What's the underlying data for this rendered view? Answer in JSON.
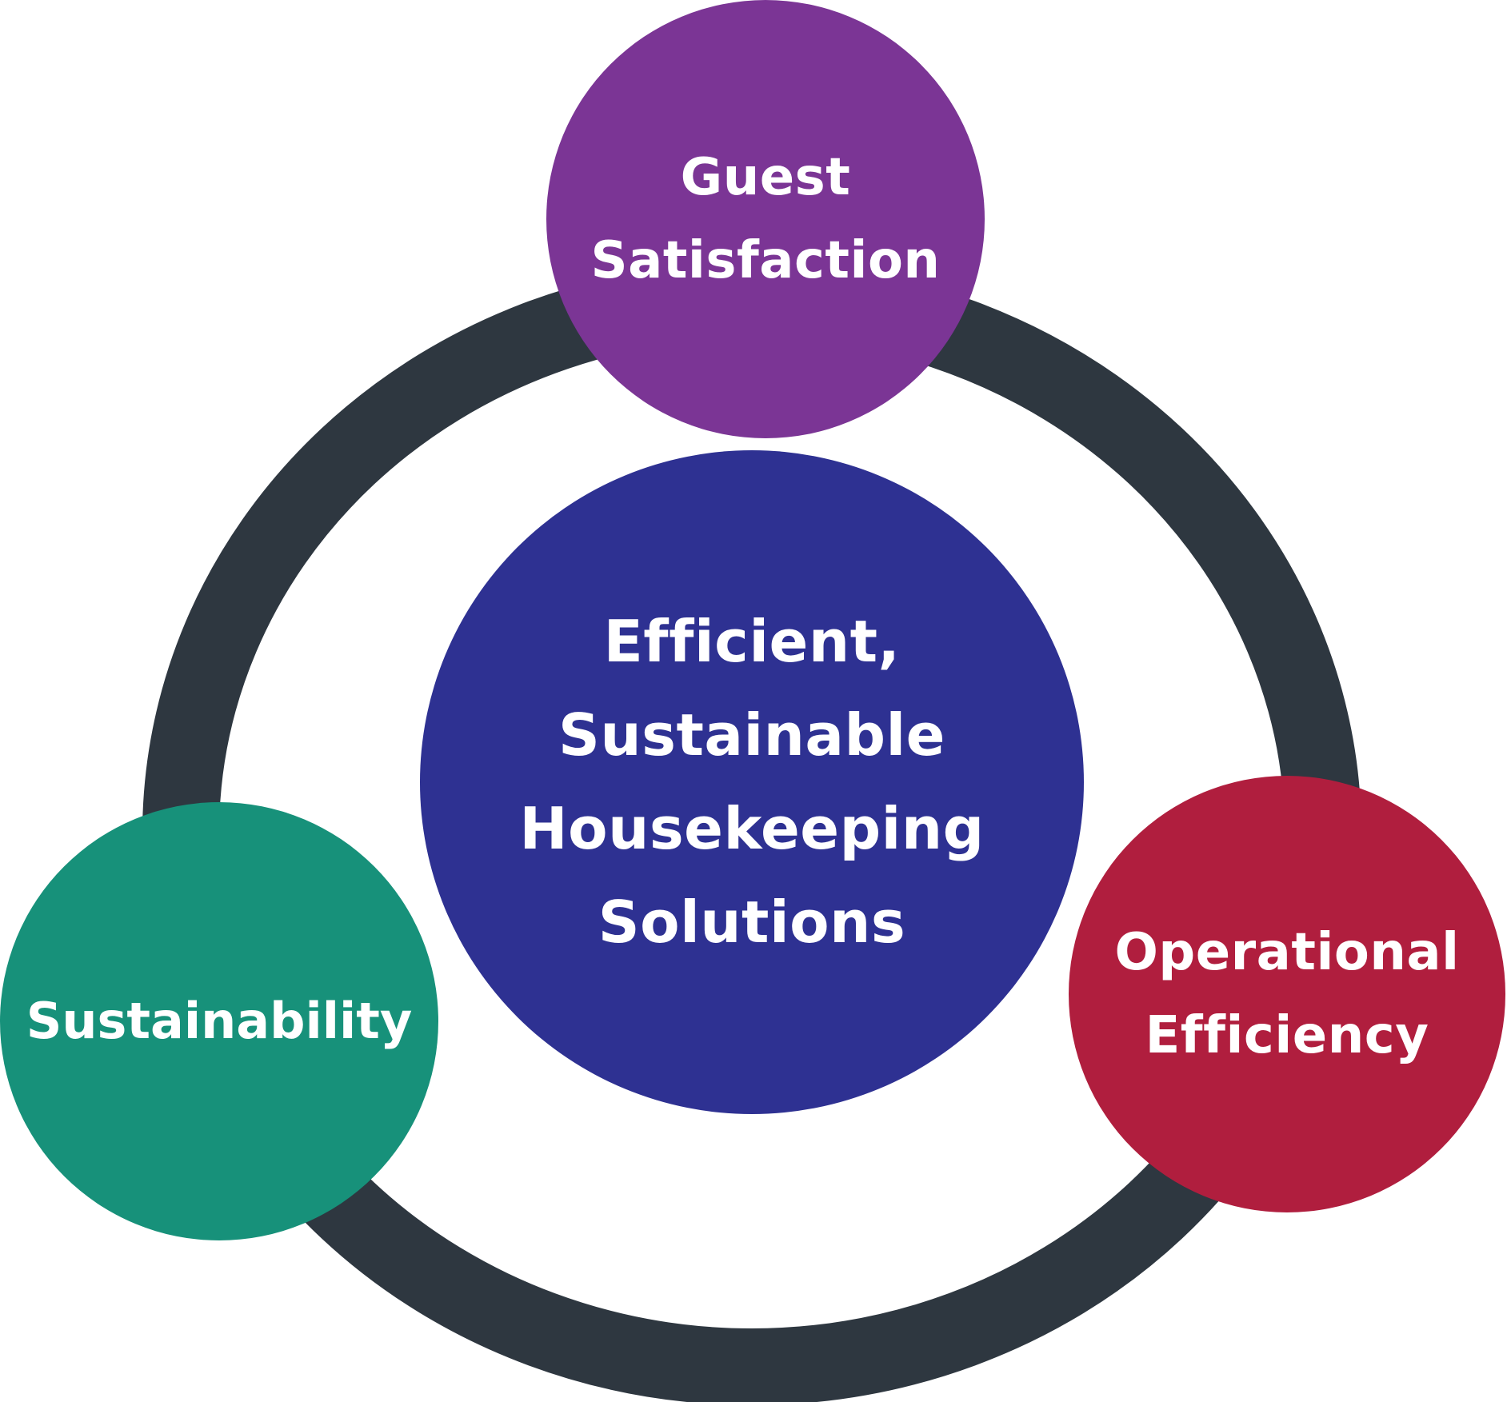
{
  "diagram": {
    "ring_color": "#2e3740",
    "center": {
      "label": "Efficient,\nSustainable\nHousekeeping\nSolutions",
      "color": "#2e3192"
    },
    "nodes": [
      {
        "id": "guest-satisfaction",
        "label": "Guest\nSatisfaction",
        "color": "#7b3595"
      },
      {
        "id": "operational-efficiency",
        "label": "Operational\nEfficiency",
        "color": "#b01e3e"
      },
      {
        "id": "sustainability",
        "label": "Sustainability",
        "color": "#17917a"
      }
    ]
  }
}
